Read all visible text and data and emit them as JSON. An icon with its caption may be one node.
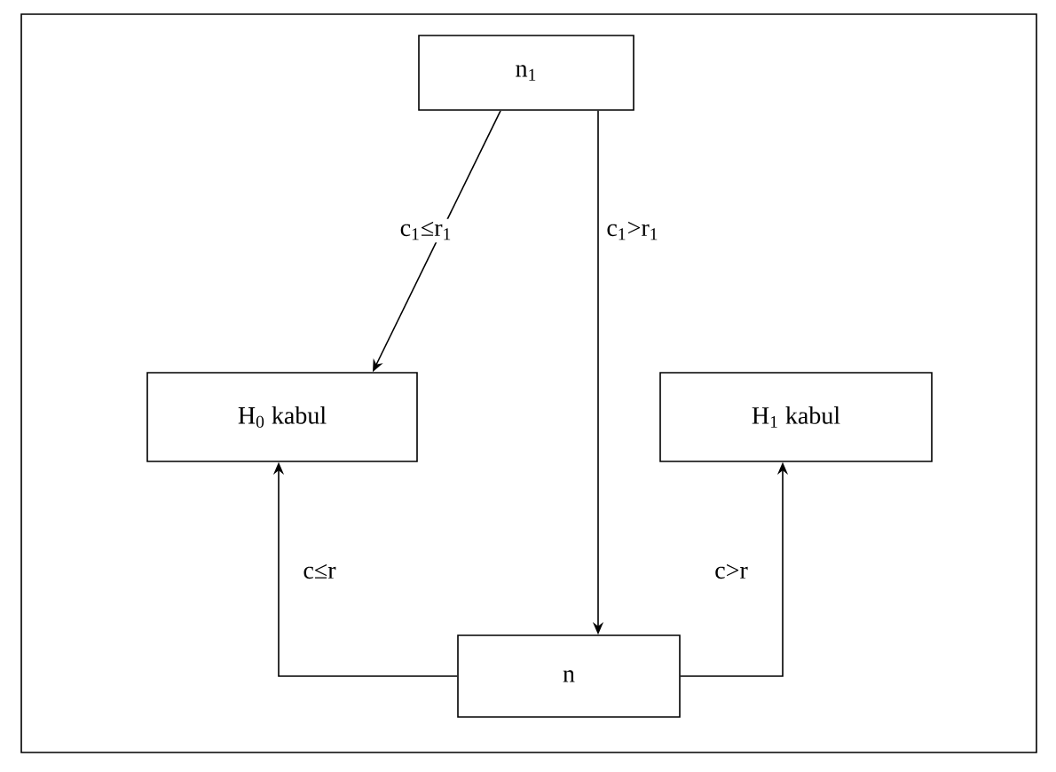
{
  "diagram": {
    "nodes": [
      {
        "text": [
          "n$_{1}$"
        ]
      },
      {
        "text": [
          "H$_{0}$ kabul"
        ]
      },
      {
        "text": [
          "H$_{1}$ kabul"
        ]
      },
      {
        "text": [
          "n"
        ]
      }
    ],
    "edges": [
      {
        "from": 0,
        "to": 1,
        "arrow": "to",
        "label": "c$_{1}$≤r$_{1}$"
      },
      {
        "from": 0,
        "to": 3,
        "arrow": "to",
        "label": "c$_{1}$>r$_{1}$"
      },
      {
        "from": 3,
        "to": 1,
        "arrow": "to",
        "label": "c≤r"
      },
      {
        "from": 3,
        "to": 2,
        "arrow": "to",
        "label": "c>r"
      }
    ]
  }
}
